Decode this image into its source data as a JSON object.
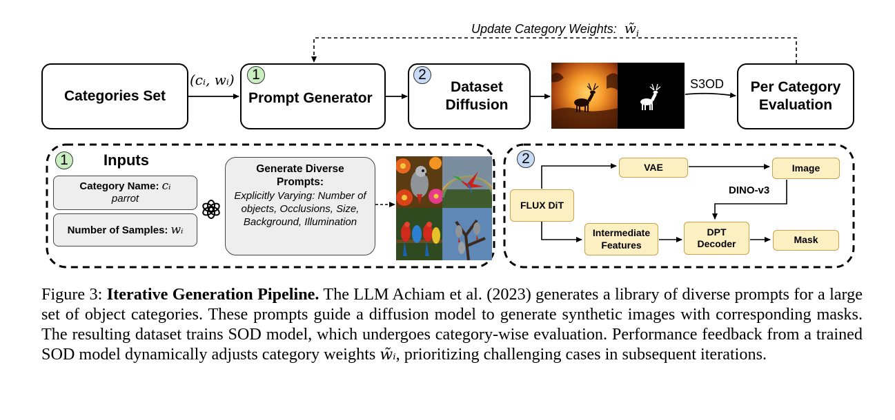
{
  "top": {
    "feedback_label": "Update Category Weights:",
    "feedback_symbol": "w̃",
    "feedback_sub": "i",
    "categories_set": "Categories Set",
    "input_arrow_label": "(cᵢ, wᵢ)",
    "prompt_generator": "Prompt Generator",
    "badge_1": "1",
    "badge_2": "2",
    "dataset_diffusion_line1": "Dataset",
    "dataset_diffusion_line2": "Diffusion",
    "s3od_label": "S3OD",
    "per_category_line1": "Per Category",
    "per_category_line2": "Evaluation"
  },
  "panel1": {
    "badge": "1",
    "title": "Inputs",
    "category_name_label": "Category Name:",
    "category_name_symbol": "cᵢ",
    "category_name_value": "parrot",
    "samples_label": "Number of Samples:",
    "samples_symbol": "wᵢ",
    "prompt_title_line1": "Generate Diverse",
    "prompt_title_line2": "Prompts:",
    "prompt_body": "Explicitly Varying: Number of objects, Occlusions, Size, Background, Illumination",
    "llm_icon": "openai-logo-icon"
  },
  "panel2": {
    "badge": "2",
    "flux": "FLUX DiT",
    "vae": "VAE",
    "image": "Image",
    "dino": "DINO-v3",
    "intermediate_line1": "Intermediate",
    "intermediate_line2": "Features",
    "dpt_line1": "DPT",
    "dpt_line2": "Decoder",
    "mask": "Mask"
  },
  "caption": {
    "prefix": "Figure 3: ",
    "bold": "Iterative Generation Pipeline.",
    "text_1": " The LLM Achiam et al. (2023) generates a library of diverse prompts for a large set of object categories.  These prompts guide a diffusion model to generate synthetic images with corresponding masks. The resulting dataset trains SOD model, which undergoes category-wise evaluation. Performance feedback from a trained SOD model dynamically adjusts category weights ",
    "symbol": "w̃ᵢ",
    "text_2": ", prioritizing challenging cases in subsequent iterations."
  }
}
